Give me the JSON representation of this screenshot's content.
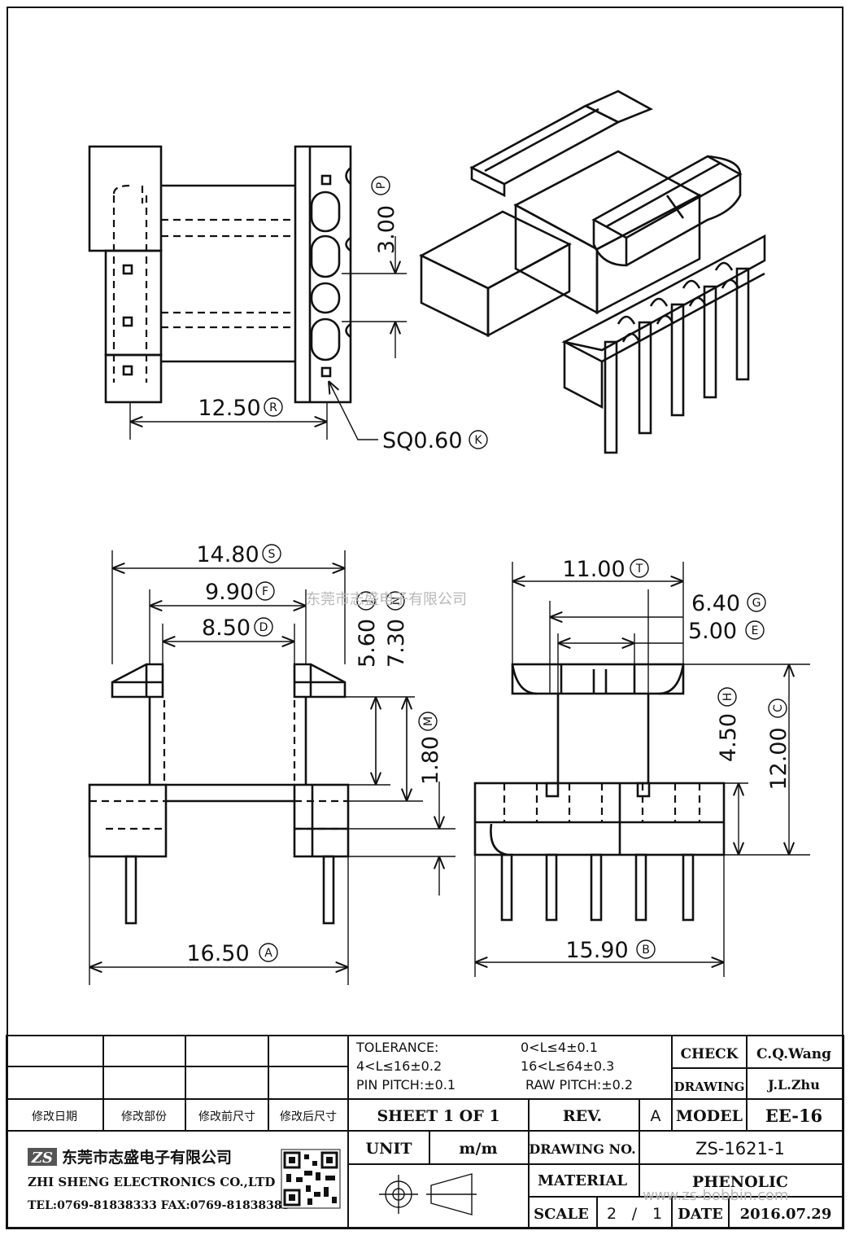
{
  "watermark_top": "东莞市志盛电子有限公司",
  "watermark_bottom": "www.zs-bobbin.com",
  "dimensions": {
    "d_p": {
      "value": "3.00",
      "tag": "P"
    },
    "d_r": {
      "value": "12.50",
      "tag": "R"
    },
    "d_k": {
      "value": "SQ0.60",
      "tag": "K"
    },
    "d_s": {
      "value": "14.80",
      "tag": "S"
    },
    "d_f": {
      "value": "9.90",
      "tag": "F"
    },
    "d_d": {
      "value": "8.50",
      "tag": "D"
    },
    "d_j": {
      "value": "5.60",
      "tag": "J"
    },
    "d_n": {
      "value": "7.30",
      "tag": "N"
    },
    "d_m": {
      "value": "1.80",
      "tag": "M"
    },
    "d_a": {
      "value": "16.50",
      "tag": "A"
    },
    "d_t": {
      "value": "11.00",
      "tag": "T"
    },
    "d_g": {
      "value": "6.40",
      "tag": "G"
    },
    "d_e": {
      "value": "5.00",
      "tag": "E"
    },
    "d_h": {
      "value": "4.50",
      "tag": "H"
    },
    "d_c": {
      "value": "12.00",
      "tag": "C"
    },
    "d_b": {
      "value": "15.90",
      "tag": "B"
    }
  },
  "title_block": {
    "revision_headers": [
      "修改日期",
      "修改部份",
      "修改前尺寸",
      "修改后尺寸"
    ],
    "tolerance_label": "TOLERANCE:",
    "tol_1": "0<L≤4±0.1",
    "tol_2": "4<L≤16±0.2",
    "tol_3": "16<L≤64±0.3",
    "pin_pitch": "PIN PITCH:±0.1",
    "raw_pitch": "RAW PITCH:±0.2",
    "check_label": "CHECK",
    "check_name": "C.Q.Wang",
    "drawing_label": "DRAWING",
    "drawing_name": "J.L.Zhu",
    "sheet": "SHEET 1 OF 1",
    "rev_label": "REV.",
    "rev_value": "A",
    "model_label": "MODEL",
    "model_value": "EE-16",
    "unit_label": "UNIT",
    "unit_value": "m/m",
    "drawing_no_label": "DRAWING NO.",
    "drawing_no_value": "ZS-1621-1",
    "material_label": "MATERIAL",
    "material_value": "PHENOLIC",
    "scale_label": "SCALE",
    "scale_num": "2",
    "scale_sep": "/",
    "scale_den": "1",
    "date_label": "DATE",
    "date_value": "2016.07.29",
    "company_cn": "东莞市志盛电子有限公司",
    "company_en": "ZHI SHENG ELECTRONICS CO.,LTD",
    "company_tel": "TEL:0769-81838333 FAX:0769-81838383",
    "logo_text": "ZS"
  }
}
